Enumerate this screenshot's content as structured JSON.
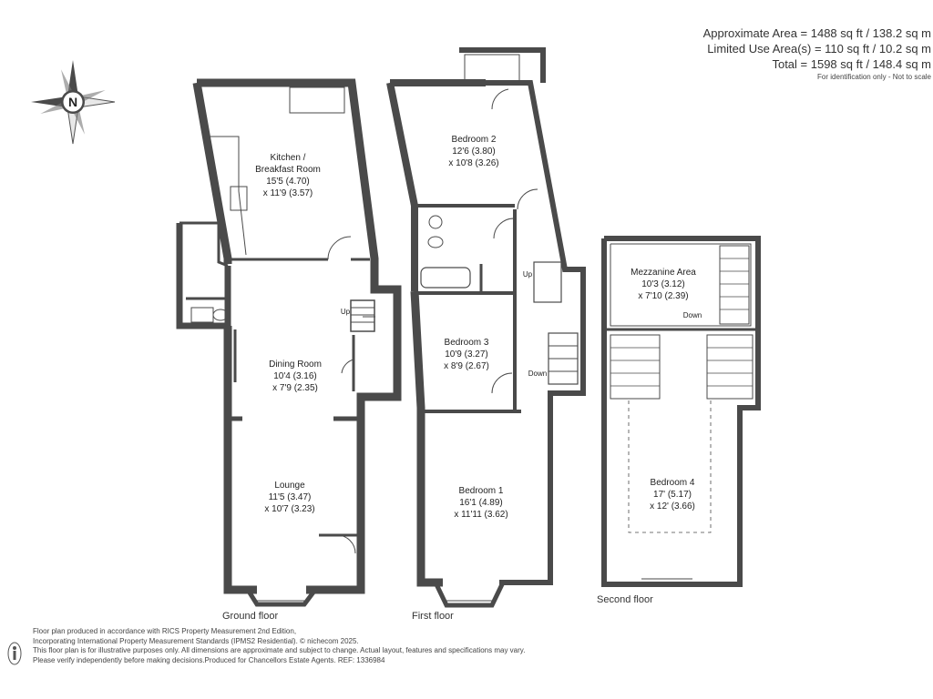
{
  "summary": {
    "approx_area": "Approximate Area = 1488 sq ft / 138.2 sq m",
    "limited_use": "Limited Use Area(s) = 110 sq ft / 10.2 sq m",
    "total": "Total = 1598 sq ft / 148.4 sq m",
    "note": "For identification only - Not to scale"
  },
  "compass": {
    "letter": "N",
    "icon": "compass-icon"
  },
  "floors": {
    "ground": "Ground floor",
    "first": "First floor",
    "second": "Second floor"
  },
  "rooms": {
    "kitchen": {
      "name1": "Kitchen /",
      "name2": "Breakfast Room",
      "dim1": "15'5 (4.70)",
      "dim2": "x 11'9 (3.57)"
    },
    "dining": {
      "name": "Dining Room",
      "dim1": "10'4 (3.16)",
      "dim2": "x 7'9 (2.35)"
    },
    "lounge": {
      "name": "Lounge",
      "dim1": "11'5 (3.47)",
      "dim2": "x 10'7 (3.23)"
    },
    "bedroom2": {
      "name": "Bedroom 2",
      "dim1": "12'6 (3.80)",
      "dim2": "x 10'8 (3.26)"
    },
    "bedroom3": {
      "name": "Bedroom 3",
      "dim1": "10'9 (3.27)",
      "dim2": "x 8'9 (2.67)"
    },
    "bedroom1": {
      "name": "Bedroom 1",
      "dim1": "16'1 (4.89)",
      "dim2": "x 11'11 (3.62)"
    },
    "mezzanine": {
      "name": "Mezzanine Area",
      "dim1": "10'3 (3.12)",
      "dim2": "x 7'10 (2.39)"
    },
    "bedroom4": {
      "name": "Bedroom 4",
      "dim1": "17' (5.17)",
      "dim2": "x 12' (3.66)"
    }
  },
  "stairs": {
    "ground_up": "Up",
    "first_up": "Up",
    "first_down": "Down",
    "second_down": "Down"
  },
  "footer": {
    "line1": "Floor plan produced in accordance with RICS Property Measurement 2nd Edition,",
    "line2": "Incorporating International Property Measurement Standards (IPMS2 Residential).  © nichecom 2025.",
    "line3": "This floor plan is for illustrative purposes only. All dimensions are approximate and subject to change. Actual layout, features and specifications may vary.",
    "line4": "Please verify independently before making decisions.Produced for Chancellors Estate Agents.   REF:  1336984"
  }
}
